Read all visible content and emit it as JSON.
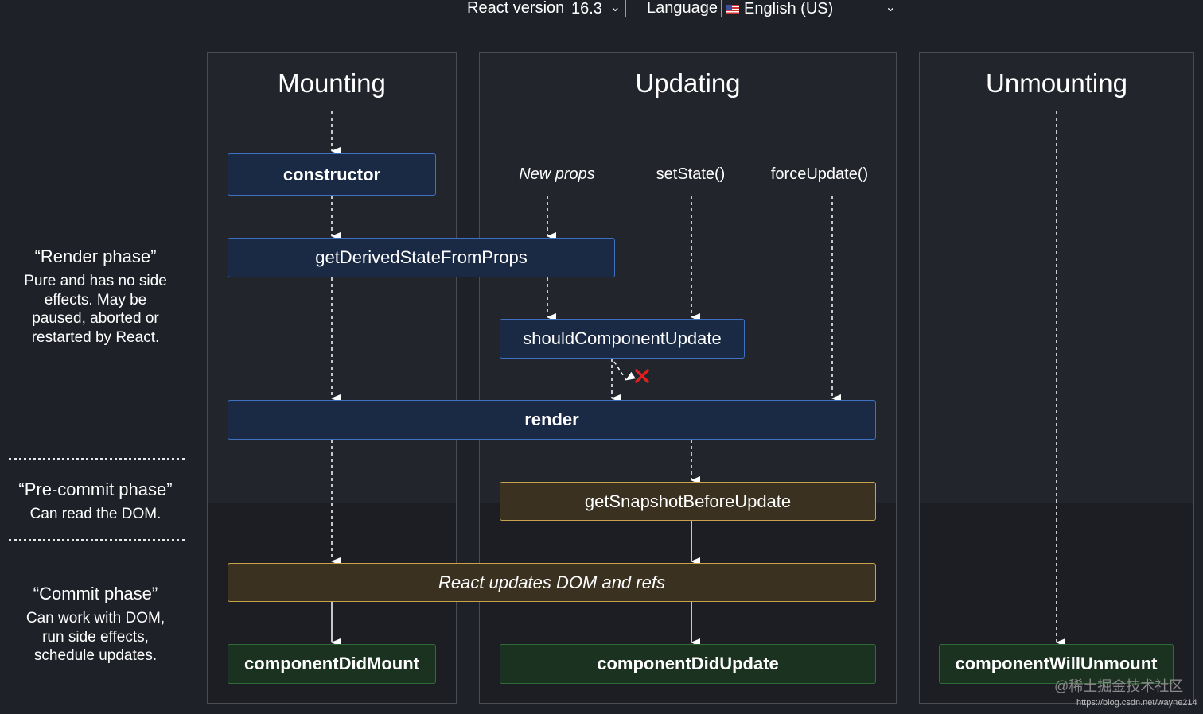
{
  "controls": {
    "version_label": "React version",
    "version_value": "16.3",
    "language_label": "Language",
    "language_value": "English (US)"
  },
  "columns": {
    "mounting": "Mounting",
    "updating": "Updating",
    "unmounting": "Unmounting"
  },
  "triggers": {
    "new_props": "New props",
    "set_state": "setState()",
    "force_update": "forceUpdate()"
  },
  "methods": {
    "constructor": "constructor",
    "get_derived_state": "getDerivedStateFromProps",
    "should_update": "shouldComponentUpdate",
    "render": "render",
    "get_snapshot": "getSnapshotBeforeUpdate",
    "dom_update": "React updates DOM and refs",
    "did_mount": "componentDidMount",
    "did_update": "componentDidUpdate",
    "will_unmount": "componentWillUnmount"
  },
  "phases": {
    "render_title": "“Render phase”",
    "render_desc": "Pure and has no side effects. May be paused, aborted or restarted by React.",
    "precommit_title": "“Pre-commit phase”",
    "precommit_desc": "Can read the DOM.",
    "commit_title": "“Commit phase”",
    "commit_desc": "Can work with DOM, run side effects, schedule updates."
  },
  "watermark": {
    "site": "@稀土掘金技术社区",
    "url": "https://blog.csdn.net/wayne214"
  },
  "colors": {
    "background": "#1f2128",
    "lifecycle_box": "#1a2a44",
    "lifecycle_border": "#3f70c2",
    "commit_box": "#3a3121",
    "commit_border": "#c9a34a",
    "did_box": "#1b3220",
    "cancel_mark": "#e0201f"
  }
}
